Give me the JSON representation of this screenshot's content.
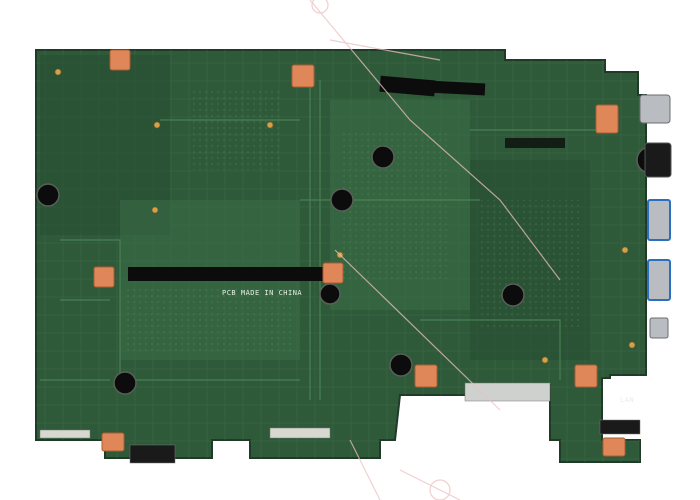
{
  "image": {
    "description_type": "photo",
    "subject": "laptop-motherboard",
    "colors": {
      "board": "#2f5a3a",
      "board_dark": "#1f3b27",
      "trace": "#3f7049",
      "pad": "#e0875a",
      "screw_ring": "#d97b44",
      "chip": "#0c0c0c",
      "port_metal": "#b9bcc0",
      "silkscreen": "#e8efe4",
      "watermark": "#ebc0c0"
    }
  },
  "silkscreen": {
    "made_in": "PCB MADE IN CHINA",
    "lan": "LAN"
  }
}
